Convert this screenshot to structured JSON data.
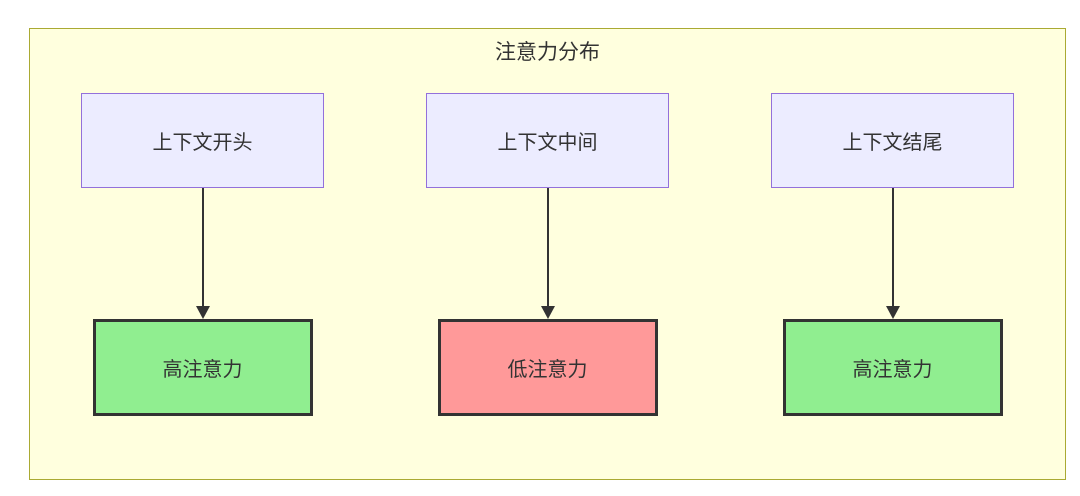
{
  "diagram": {
    "title": "注意力分布",
    "flows": [
      {
        "source": {
          "label": "上下文开头"
        },
        "target": {
          "label": "高注意力",
          "level": "high"
        }
      },
      {
        "source": {
          "label": "上下文中间"
        },
        "target": {
          "label": "低注意力",
          "level": "low"
        }
      },
      {
        "source": {
          "label": "上下文结尾"
        },
        "target": {
          "label": "高注意力",
          "level": "high"
        }
      }
    ],
    "colors": {
      "cluster_fill": "#ffffde",
      "cluster_border": "#aaaa33",
      "source_fill": "#ECECFF",
      "source_border": "#9370DB",
      "high_fill": "#90EE90",
      "low_fill": "#ff9999",
      "target_border": "#333333",
      "text": "#333333",
      "arrow": "#333333"
    }
  }
}
